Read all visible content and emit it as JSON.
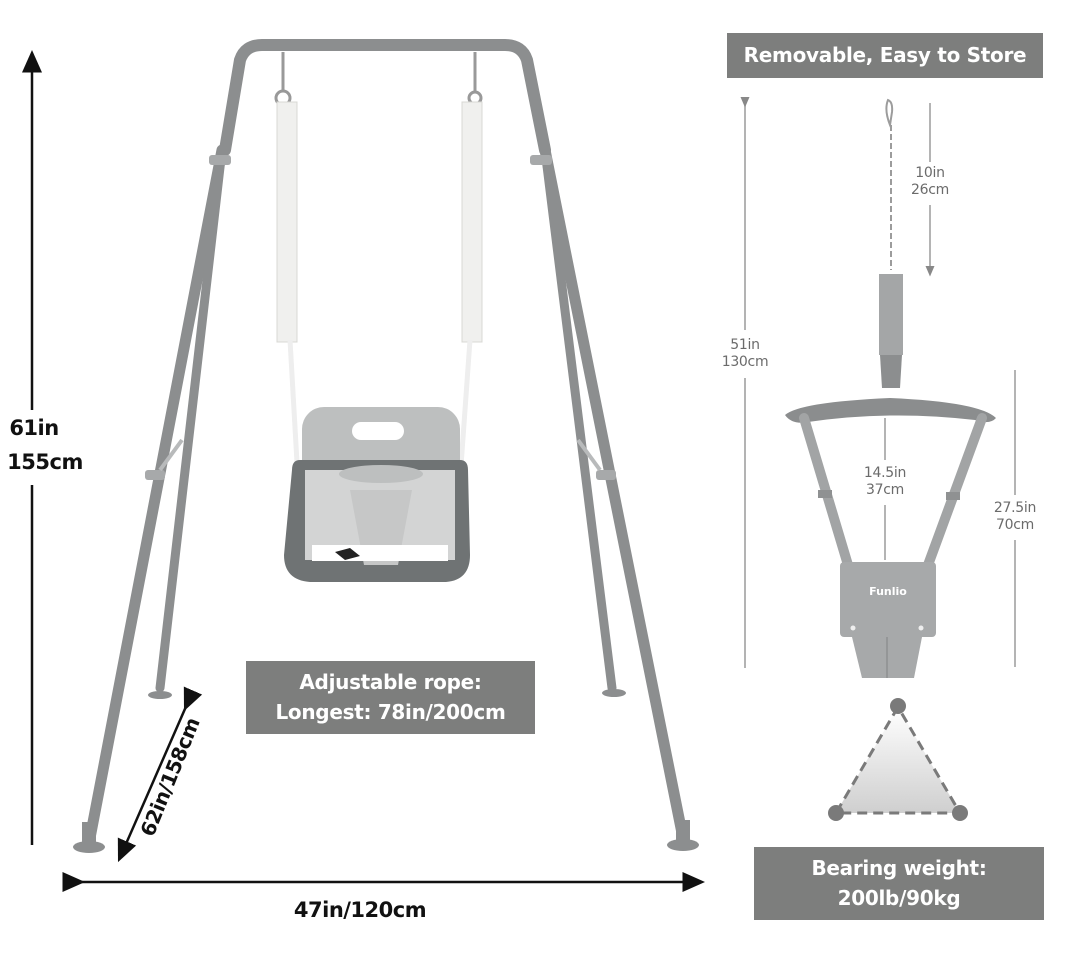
{
  "colors": {
    "frame": "#8c8e8f",
    "banner_bg": "#7d7e7d",
    "banner_text": "#ffffff",
    "dimension_text": "#111111",
    "jumper_dim_text": "#6b6b6b"
  },
  "swing": {
    "height_label": {
      "in": "61in",
      "cm": "155cm"
    },
    "width_label": "47in/120cm",
    "depth_label": "62in/158cm",
    "rope_banner": {
      "line1": "Adjustable rope:",
      "line2": "Longest: 78in/200cm"
    }
  },
  "jumper": {
    "top_banner": "Removable, Easy to Store",
    "total_height": {
      "in": "51in",
      "cm": "130cm"
    },
    "chain_length": {
      "in": "10in",
      "cm": "26cm"
    },
    "seat_drop": {
      "in": "14.5in",
      "cm": "37cm"
    },
    "harness_height": {
      "in": "27.5in",
      "cm": "70cm"
    },
    "brand_logo": "Funlio",
    "stability_icon": "triangle-stability-icon",
    "weight_banner": {
      "line1": "Bearing weight:",
      "line2": "200lb/90kg"
    }
  }
}
